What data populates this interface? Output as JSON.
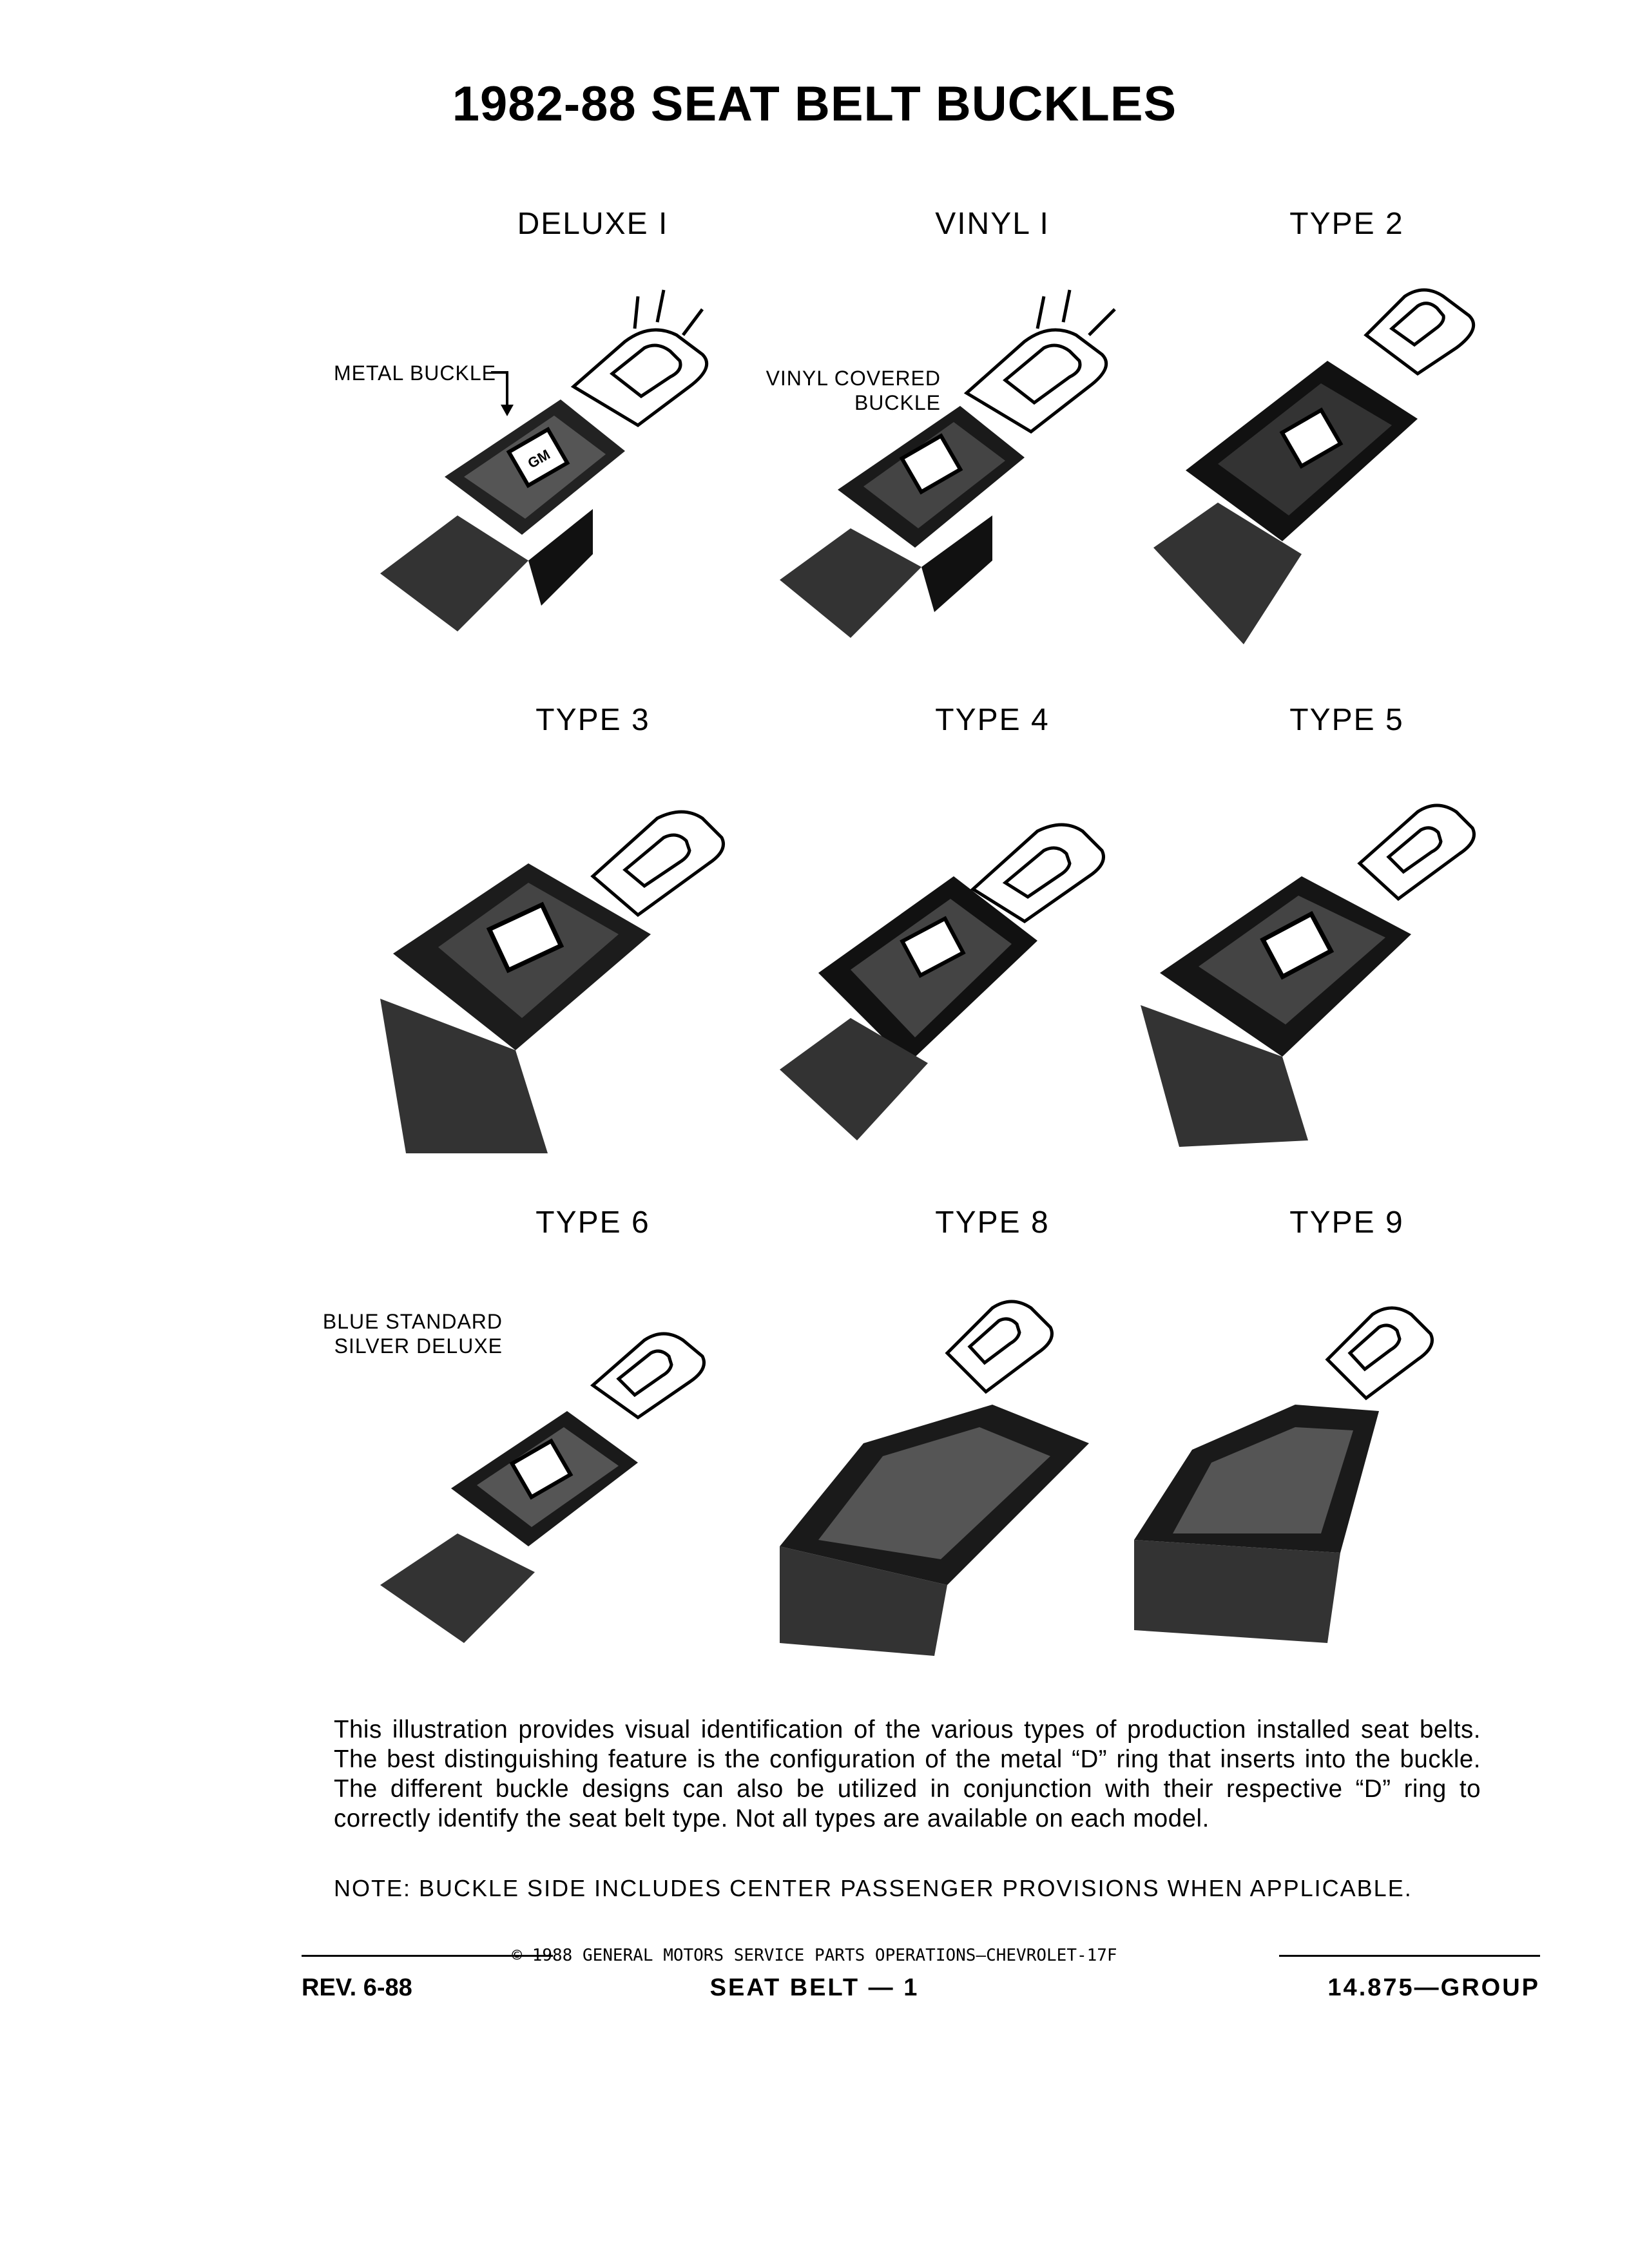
{
  "title": "1982-88 SEAT BELT BUCKLES",
  "buckles": [
    {
      "label": "DELUXE I",
      "callout": "METAL BUCKLE"
    },
    {
      "label": "VINYL I",
      "callout": "VINYL COVERED\nBUCKLE"
    },
    {
      "label": "TYPE 2",
      "callout": ""
    },
    {
      "label": "TYPE 3",
      "callout": ""
    },
    {
      "label": "TYPE 4",
      "callout": ""
    },
    {
      "label": "TYPE 5",
      "callout": ""
    },
    {
      "label": "TYPE 6",
      "callout": "BLUE STANDARD\nSILVER DELUXE"
    },
    {
      "label": "TYPE 8",
      "callout": ""
    },
    {
      "label": "TYPE 9",
      "callout": ""
    }
  ],
  "description": "This illustration provides visual identification of the various types of production installed seat belts. The best distinguishing feature is the configuration of the metal “D” ring that inserts into the buckle. The different buckle designs can also be utilized in conjunction with their respective “D” ring to correctly identify the seat belt type. Not all types are available on each model.",
  "note": "NOTE: BUCKLE SIDE INCLUDES CENTER PASSENGER PROVISIONS WHEN APPLICABLE.",
  "footer": {
    "copyright": "© 1988 GENERAL MOTORS SERVICE PARTS OPERATIONS—CHEVROLET-17F",
    "rev": "REV. 6-88",
    "page": "SEAT BELT — 1",
    "group": "14.875—GROUP"
  },
  "emblem_text": "GM"
}
